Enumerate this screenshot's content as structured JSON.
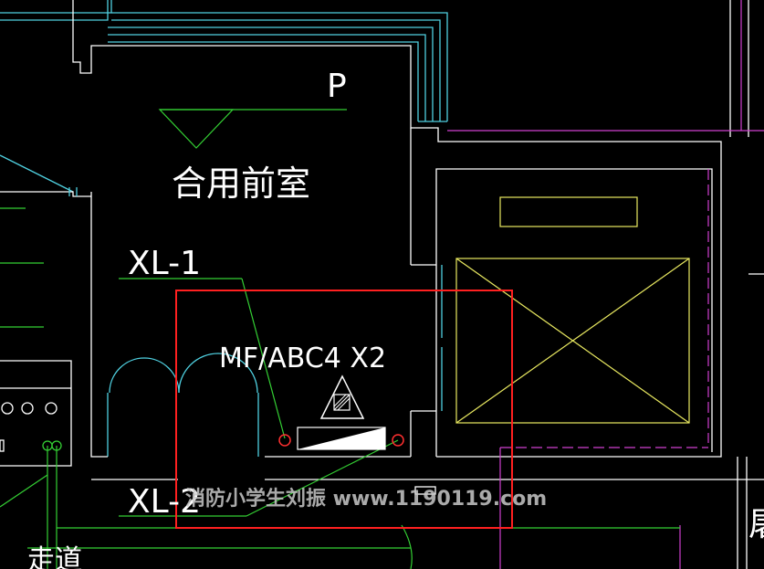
{
  "drawing": {
    "room_label": "合用前室",
    "stair_label": "P",
    "riser_label_1": "XL-1",
    "riser_label_2": "XL-2",
    "extinguisher_label": "MF/ABC4 X2",
    "corridor_label": "走道",
    "partial_label_right": "屠",
    "watermark": "消防小学生刘振 www.1190119.com"
  },
  "colors": {
    "background": "#000000",
    "wall": "#ffffff",
    "cyan": "#4fd0e0",
    "green": "#34d034",
    "magenta": "#d040d0",
    "yellow": "#e8e860",
    "highlight": "#ff2020"
  }
}
